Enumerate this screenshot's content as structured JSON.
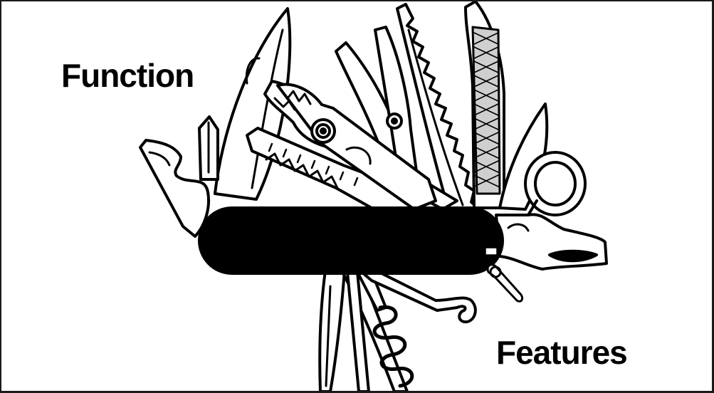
{
  "labels": {
    "function": "Function",
    "features": "Features"
  },
  "illustration": {
    "subject": "multi-tool",
    "colors": {
      "background": "#ffffff",
      "ink": "#000000"
    }
  }
}
